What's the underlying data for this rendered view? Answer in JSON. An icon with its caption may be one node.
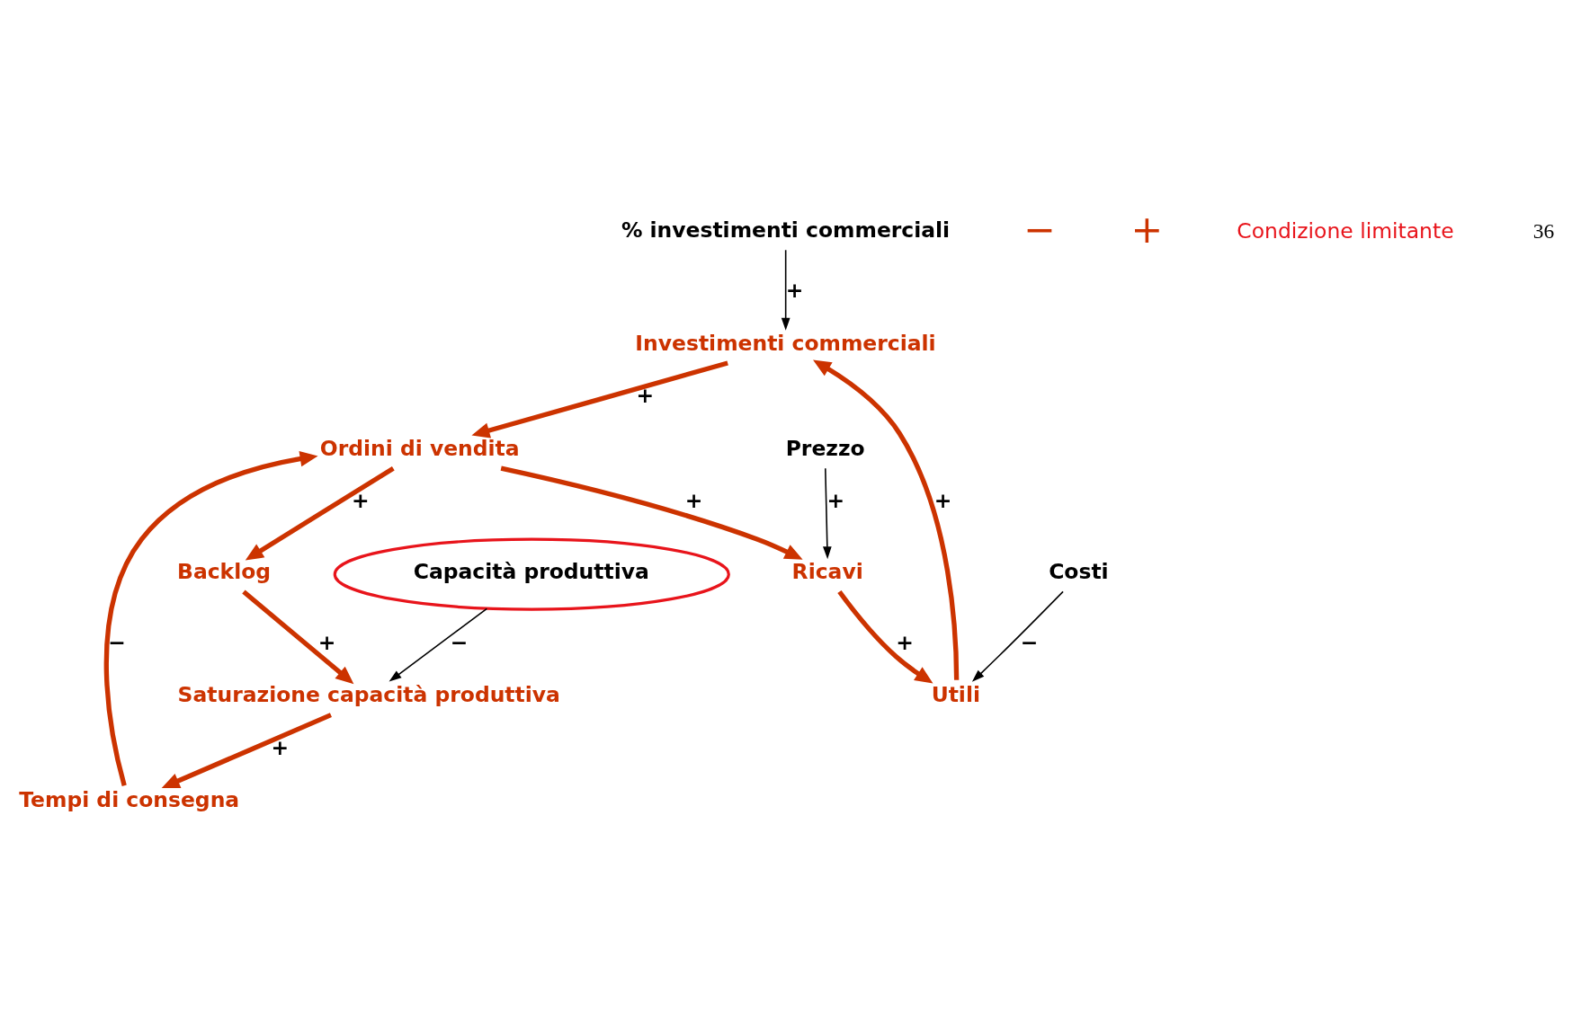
{
  "diagram": {
    "nodes": [
      {
        "text": [
          "% investimenti commerciali"
        ]
      },
      {
        "text": [
          "Tempi di consegna"
        ]
      },
      {
        "text": [
          "Investimenti commerciali"
        ]
      },
      {
        "text": [
          "Saturazione capacità produttiva"
        ]
      },
      {
        "text": [
          "Ordini di vendita"
        ]
      },
      {
        "text": [
          "Utili"
        ]
      },
      {
        "text": [
          "Costi"
        ]
      },
      {
        "text": [
          "Ricavi"
        ]
      },
      {
        "text": [
          "Backlog"
        ]
      },
      {
        "text": [
          "Prezzo"
        ]
      },
      {
        "text": [
          "Capacità produttiva"
        ]
      }
    ],
    "edges": [
      {
        "from": 3,
        "to": 1,
        "arrow": "to",
        "label": "+"
      },
      {
        "from": 1,
        "to": 4,
        "arrow": "to",
        "label": "−"
      },
      {
        "from": 0,
        "to": 2,
        "arrow": "to",
        "label": "+",
        "color": "#000000"
      },
      {
        "from": 2,
        "to": 4,
        "arrow": "to",
        "label": "+"
      },
      {
        "from": 5,
        "to": 2,
        "arrow": "to",
        "label": "+"
      },
      {
        "from": 4,
        "to": 7,
        "arrow": "to",
        "label": "+"
      },
      {
        "from": 7,
        "to": 5,
        "arrow": "to",
        "label": "+"
      },
      {
        "from": 6,
        "to": 5,
        "arrow": "to",
        "label": "−",
        "color": "#000000"
      },
      {
        "from": 9,
        "to": 7,
        "arrow": "to",
        "label": "+",
        "color": "#000000"
      },
      {
        "from": 4,
        "to": 8,
        "arrow": "to",
        "label": "+"
      },
      {
        "from": 8,
        "to": 3,
        "arrow": "to",
        "label": "+"
      },
      {
        "from": 10,
        "to": 3,
        "arrow": "to",
        "label": "−",
        "color": "#000000"
      }
    ],
    "labels": [
      "−",
      "+",
      "Condizione limitante",
      "36"
    ]
  }
}
